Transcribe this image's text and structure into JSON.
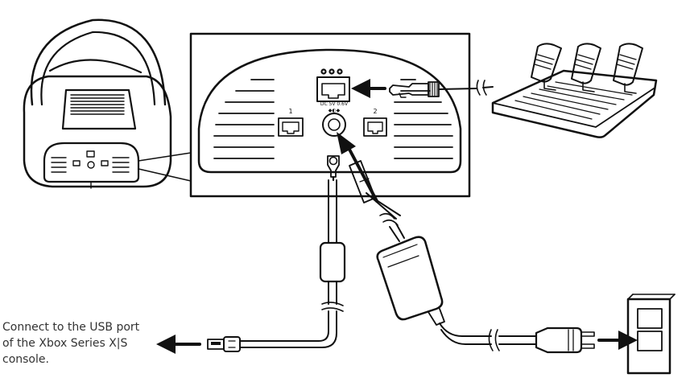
{
  "caption": {
    "lines": [
      "Connect to the USB port",
      "of the Xbox Series X|S",
      "console."
    ]
  },
  "panel": {
    "port_left_label": "1",
    "port_right_label": "2",
    "power_label": "DC 5V 0.6V"
  },
  "colors": {
    "stroke": "#111111",
    "background": "#ffffff",
    "caption_text": "#333333"
  },
  "icons": [
    "steering-wheel",
    "pedal-set",
    "usb-plug",
    "power-adapter",
    "wall-plug",
    "wall-outlet",
    "arrow-left",
    "arrow-right"
  ]
}
